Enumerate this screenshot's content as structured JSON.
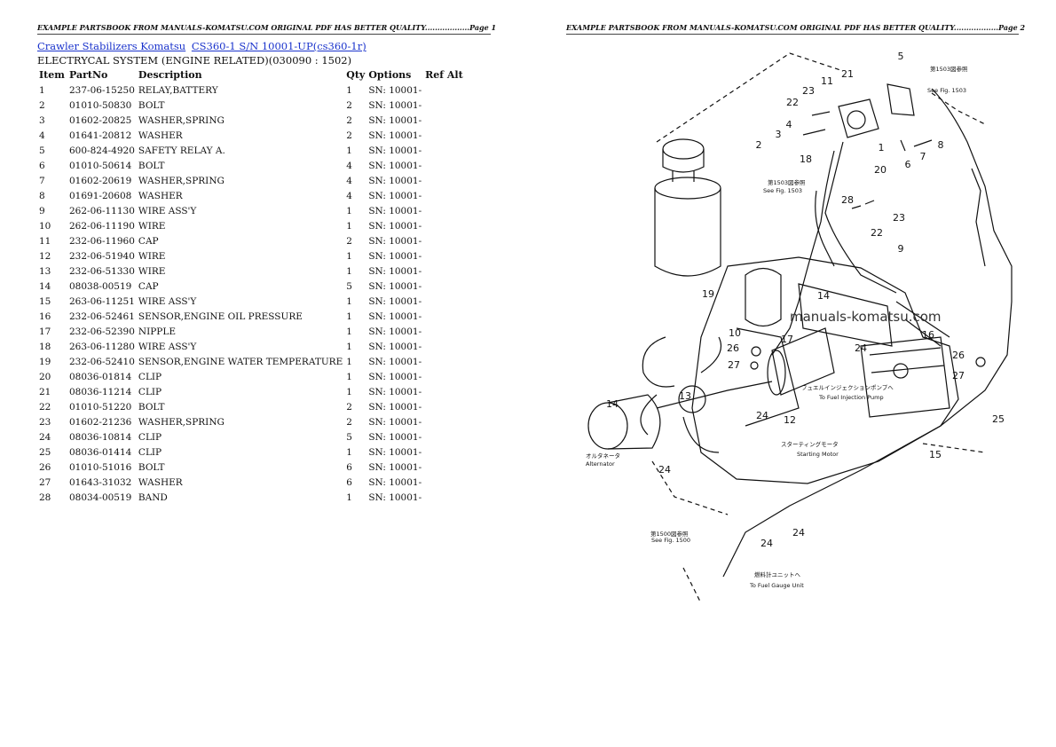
{
  "headers": {
    "left": "EXAMPLE PARTSBOOK FROM MANUALS-KOMATSU.COM ORIGINAL PDF HAS BETTER QUALITY..................Page 1",
    "right": "EXAMPLE PARTSBOOK FROM MANUALS-KOMATSU.COM ORIGINAL PDF HAS BETTER QUALITY..................Page 2"
  },
  "breadcrumb": {
    "link1": "Crawler Stabilizers Komatsu",
    "link2": "CS360-1 S/N 10001-UP(cs360-1r)"
  },
  "subtitle": "ELECTRYCAL SYSTEM (ENGINE RELATED)(030090 : 1502)",
  "table": {
    "columns": [
      "Item",
      "PartNo",
      "Description",
      "Qty",
      "Options",
      "Ref Alt"
    ],
    "rows": [
      [
        "1",
        "237-06-15250",
        "RELAY,BATTERY",
        "1",
        "SN: 10001-",
        ""
      ],
      [
        "2",
        "01010-50830",
        "BOLT",
        "2",
        "SN: 10001-",
        ""
      ],
      [
        "3",
        "01602-20825",
        "WASHER,SPRING",
        "2",
        "SN: 10001-",
        ""
      ],
      [
        "4",
        "01641-20812",
        "WASHER",
        "2",
        "SN: 10001-",
        ""
      ],
      [
        "5",
        "600-824-4920",
        "SAFETY RELAY A.",
        "1",
        "SN: 10001-",
        ""
      ],
      [
        "6",
        "01010-50614",
        "BOLT",
        "4",
        "SN: 10001-",
        ""
      ],
      [
        "7",
        "01602-20619",
        "WASHER,SPRING",
        "4",
        "SN: 10001-",
        ""
      ],
      [
        "8",
        "01691-20608",
        "WASHER",
        "4",
        "SN: 10001-",
        ""
      ],
      [
        "9",
        "262-06-11130",
        "WIRE ASS'Y",
        "1",
        "SN: 10001-",
        ""
      ],
      [
        "10",
        "262-06-11190",
        "WIRE",
        "1",
        "SN: 10001-",
        ""
      ],
      [
        "11",
        "232-06-11960",
        "CAP",
        "2",
        "SN: 10001-",
        ""
      ],
      [
        "12",
        "232-06-51940",
        "WIRE",
        "1",
        "SN: 10001-",
        ""
      ],
      [
        "13",
        "232-06-51330",
        "WIRE",
        "1",
        "SN: 10001-",
        ""
      ],
      [
        "14",
        "08038-00519",
        "CAP",
        "5",
        "SN: 10001-",
        ""
      ],
      [
        "15",
        "263-06-11251",
        "WIRE ASS'Y",
        "1",
        "SN: 10001-",
        ""
      ],
      [
        "16",
        "232-06-52461",
        "SENSOR,ENGINE OIL PRESSURE",
        "1",
        "SN: 10001-",
        ""
      ],
      [
        "17",
        "232-06-52390",
        "NIPPLE",
        "1",
        "SN: 10001-",
        ""
      ],
      [
        "18",
        "263-06-11280",
        "WIRE ASS'Y",
        "1",
        "SN: 10001-",
        ""
      ],
      [
        "19",
        "232-06-52410",
        "SENSOR,ENGINE WATER TEMPERATURE",
        "1",
        "SN: 10001-",
        ""
      ],
      [
        "20",
        "08036-01814",
        "CLIP",
        "1",
        "SN: 10001-",
        ""
      ],
      [
        "21",
        "08036-11214",
        "CLIP",
        "1",
        "SN: 10001-",
        ""
      ],
      [
        "22",
        "01010-51220",
        "BOLT",
        "2",
        "SN: 10001-",
        ""
      ],
      [
        "23",
        "01602-21236",
        "WASHER,SPRING",
        "2",
        "SN: 10001-",
        ""
      ],
      [
        "24",
        "08036-10814",
        "CLIP",
        "5",
        "SN: 10001-",
        ""
      ],
      [
        "25",
        "08036-01414",
        "CLIP",
        "1",
        "SN: 10001-",
        ""
      ],
      [
        "26",
        "01010-51016",
        "BOLT",
        "6",
        "SN: 10001-",
        ""
      ],
      [
        "27",
        "01643-31032",
        "WASHER",
        "6",
        "SN: 10001-",
        ""
      ],
      [
        "28",
        "08034-00519",
        "BAND",
        "1",
        "SN: 10001-",
        ""
      ]
    ]
  },
  "diagram": {
    "watermark": "manuals-komatsu.com",
    "callouts": [
      "1",
      "2",
      "3",
      "4",
      "5",
      "6",
      "7",
      "8",
      "9",
      "10",
      "11",
      "12",
      "13",
      "14",
      "15",
      "16",
      "17",
      "18",
      "19",
      "20",
      "21",
      "22",
      "23",
      "24",
      "25",
      "26",
      "27",
      "28"
    ],
    "notes": {
      "fig1503_top_jp": "第1503図参照",
      "fig1503_top": "See Fig. 1503",
      "fig1503_mid_jp": "第1503図参照",
      "fig1503_mid": "See Fig. 1503",
      "fig1500_jp": "第1500図参照",
      "fig1500": "See Fig. 1500",
      "injection_jp": "フュエルインジェクションポンプへ",
      "injection": "To Fuel Injection Pump",
      "starting_jp": "スターティングモータ",
      "starting": "Starting Motor",
      "alternator_jp": "オルタネータ",
      "alternator": "Alternator",
      "fuel_gauge_jp": "燃料計ユニットへ",
      "fuel_gauge": "To Fuel Gauge Unit"
    }
  }
}
